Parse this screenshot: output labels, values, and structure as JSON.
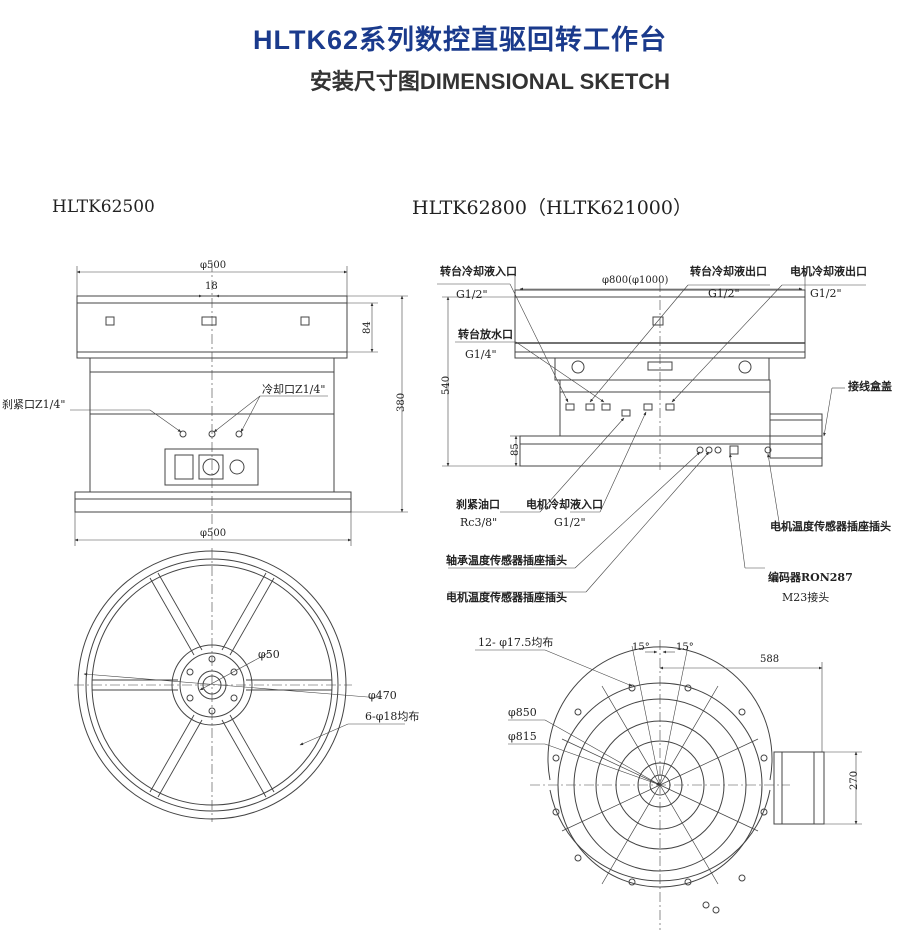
{
  "header": {
    "title": "HLTK62系列数控直驱回转工作台",
    "subtitle": "安装尺寸图DIMENSIONAL SKETCH"
  },
  "left": {
    "model": "HLTK62500",
    "dims": {
      "top_width": "φ500",
      "slot": "18",
      "top_height": "84",
      "total_height": "380",
      "base_width": "φ500",
      "center_bore": "φ50",
      "bolt_circle": "φ470",
      "holes": "6-φ18均布"
    },
    "ports": {
      "clamp": "刹紧口Z1/4\"",
      "coolant": "冷却口Z1/4\""
    }
  },
  "right": {
    "model": "HLTK62800（HLTK621000）",
    "dims": {
      "top_width": "φ800(φ1000)",
      "total_height": "540",
      "base_height": "85",
      "holes": "12- φ17.5均布",
      "angle1": "15°",
      "angle2": "15°",
      "box_offset": "588",
      "outer": "φ850",
      "inner": "φ815",
      "box_height": "270"
    },
    "callouts": {
      "table_coolant_in": "转台冷却液入口",
      "table_coolant_in_size": "G1/2\"",
      "table_coolant_out": "转台冷却液出口",
      "table_coolant_out_size": "G1/2\"",
      "motor_coolant_out": "电机冷却液出口",
      "motor_coolant_out_size": "G1/2\"",
      "table_drain": "转台放水口",
      "table_drain_size": "G1/4\"",
      "junction_cover": "接线盒盖",
      "brake_oil": "刹紧油口",
      "brake_oil_size": "Rc3/8\"",
      "motor_coolant_in": "电机冷却液入口",
      "motor_coolant_in_size": "G1/2\"",
      "motor_temp_right": "电机温度传感器插座插头",
      "bearing_temp": "轴承温度传感器插座插头",
      "motor_temp": "电机温度传感器插座插头",
      "encoder": "编码器RON287",
      "encoder_conn": "M23接头"
    }
  }
}
